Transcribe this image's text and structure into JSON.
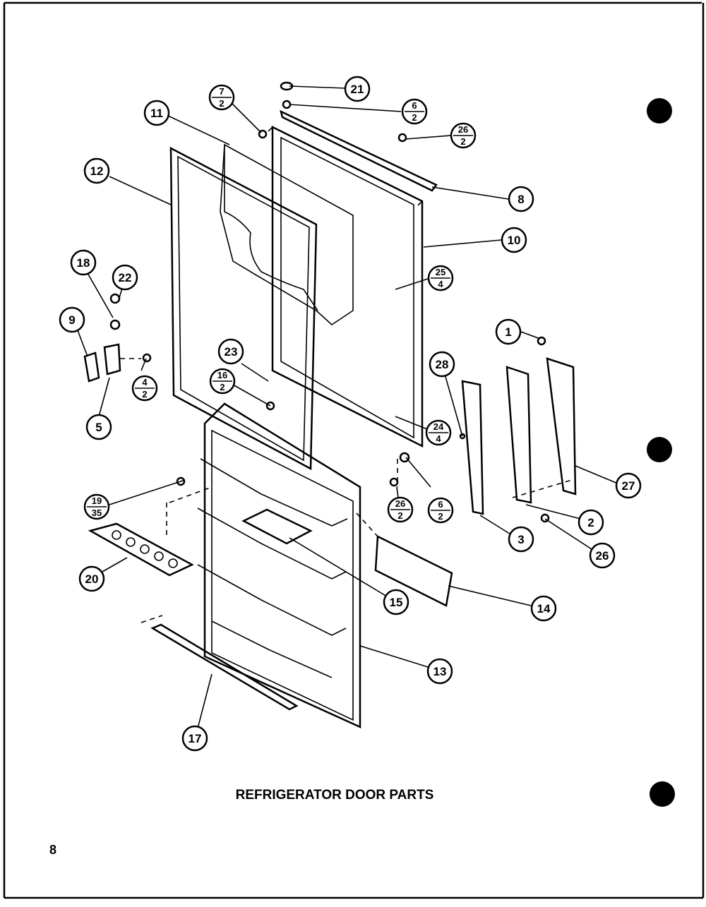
{
  "title": "REFRIGERATOR DOOR PARTS",
  "page_number": "8",
  "callouts": {
    "c1": "1",
    "c2": "2",
    "c3": "3",
    "c5": "5",
    "c8": "8",
    "c9": "9",
    "c10": "10",
    "c11": "11",
    "c12": "12",
    "c13": "13",
    "c14": "14",
    "c15": "15",
    "c17": "17",
    "c18": "18",
    "c20": "20",
    "c21": "21",
    "c22": "22",
    "c23": "23",
    "c26": "26",
    "c27": "27",
    "c28": "28"
  },
  "fractions": {
    "f7_2": {
      "top": "7",
      "bottom": "2"
    },
    "f6_2a": {
      "top": "6",
      "bottom": "2"
    },
    "f26_2a": {
      "top": "26",
      "bottom": "2"
    },
    "f25_4": {
      "top": "25",
      "bottom": "4"
    },
    "f4_2": {
      "top": "4",
      "bottom": "2"
    },
    "f16_2": {
      "top": "16",
      "bottom": "2"
    },
    "f24_4": {
      "top": "24",
      "bottom": "4"
    },
    "f19_35": {
      "top": "19",
      "bottom": "35"
    },
    "f26_2b": {
      "top": "26",
      "bottom": "2"
    },
    "f6_2b": {
      "top": "6",
      "bottom": "2"
    }
  }
}
